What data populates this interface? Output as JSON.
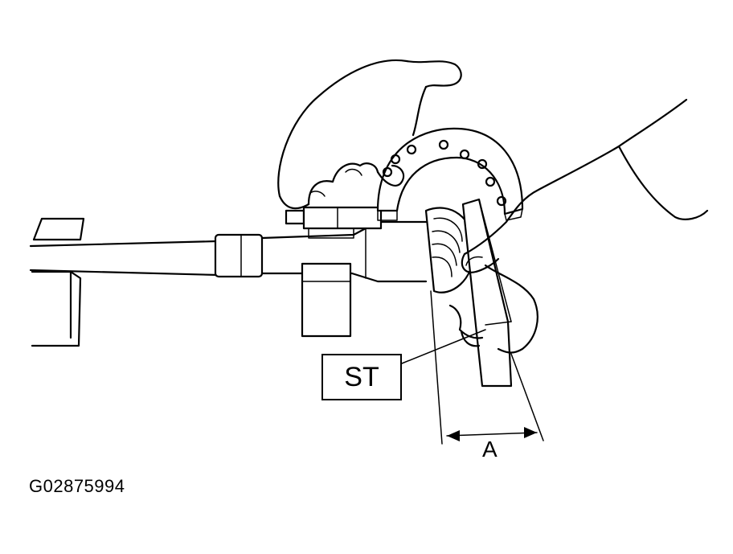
{
  "labels": {
    "tool": "ST",
    "dimension": "A",
    "figure_id": "G02875994"
  }
}
